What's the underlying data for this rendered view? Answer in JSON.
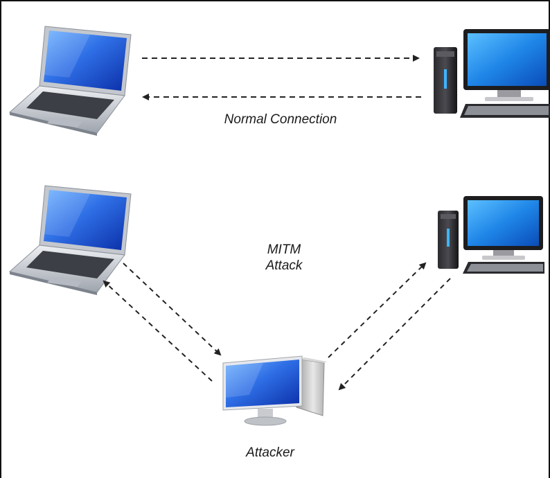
{
  "labels": {
    "normal_connection": "Normal Connection",
    "mitm_line1": "MITM",
    "mitm_line2": "Attack",
    "attacker": "Attacker"
  },
  "colors": {
    "border": "#111111",
    "arrow": "#222222",
    "screen_blue": "#2f5fd6",
    "laptop_silver": "#c8ccd2",
    "text": "#1a1a1a"
  },
  "icons": [
    "laptop-icon",
    "desktop-computer-icon",
    "attacker-computer-icon"
  ]
}
